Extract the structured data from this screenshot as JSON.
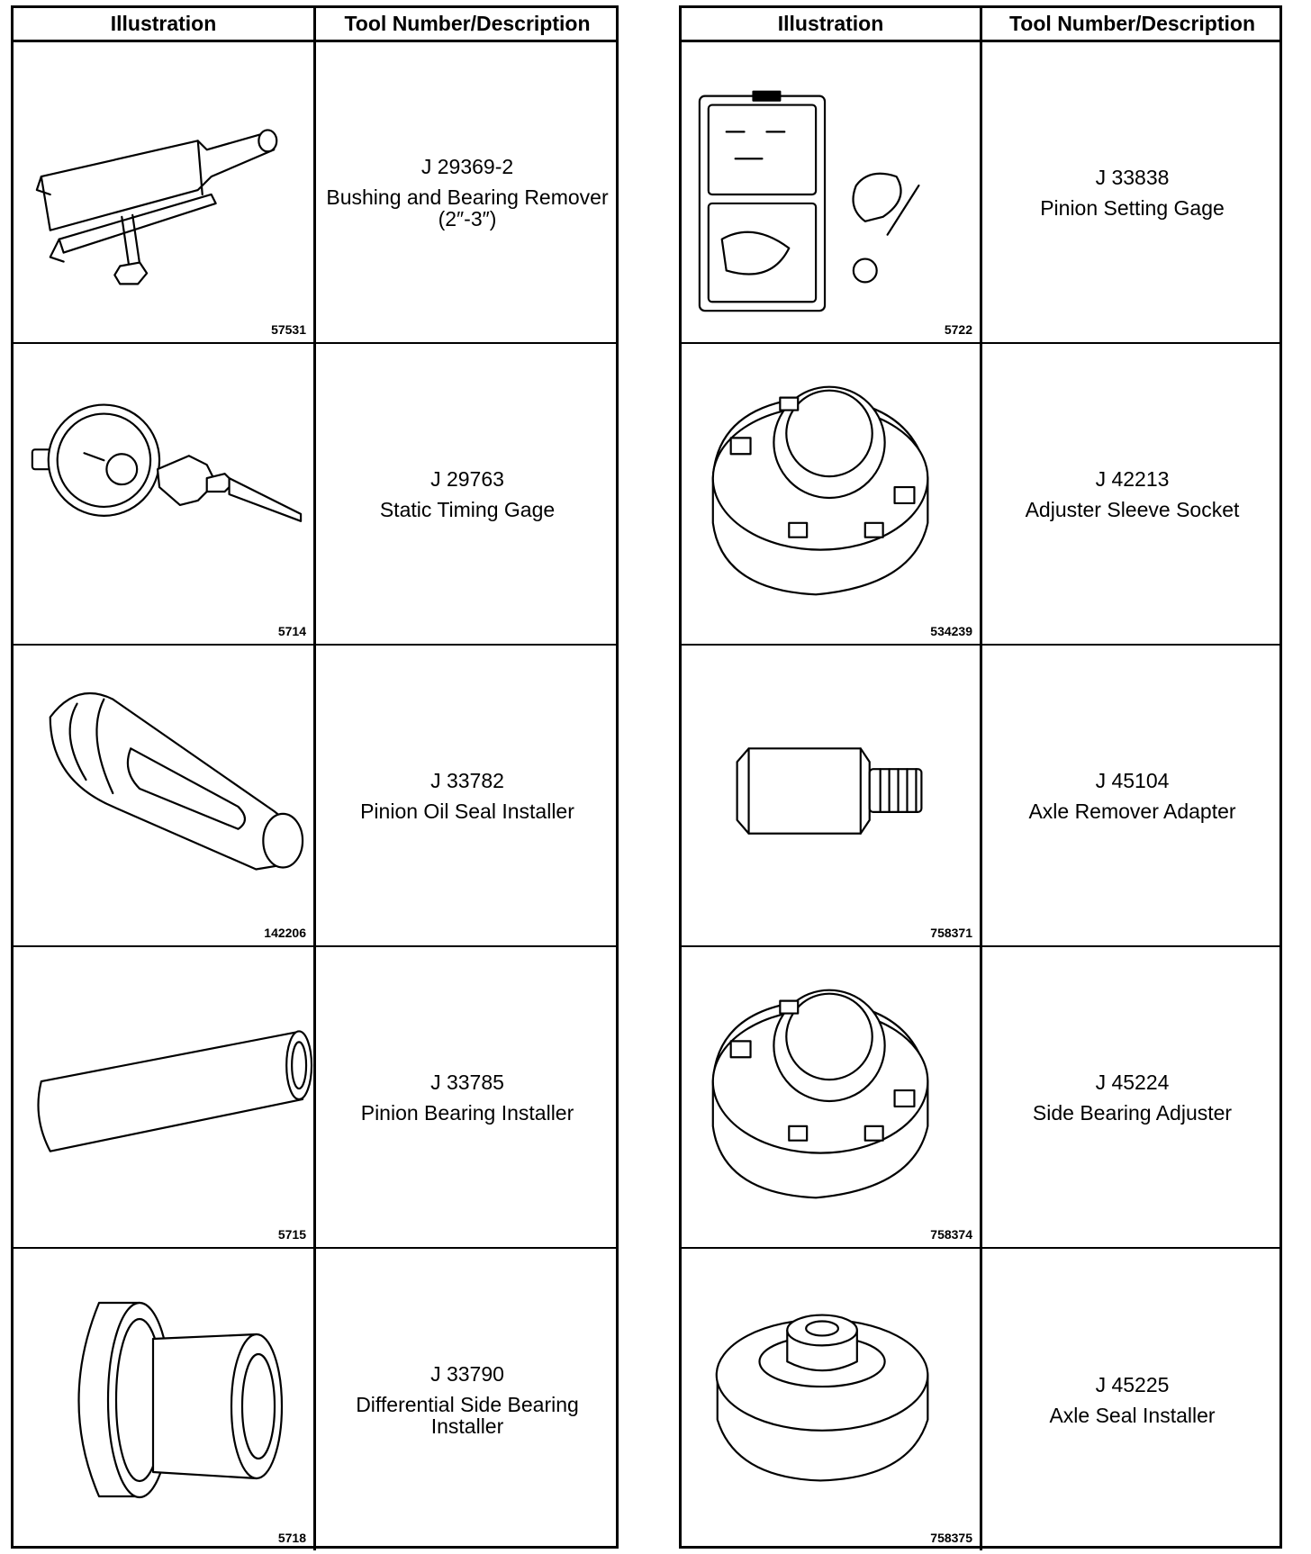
{
  "headers": {
    "illustration": "Illustration",
    "tool": "Tool Number/Description"
  },
  "left": [
    {
      "tool": "J 29369-2",
      "desc": "Bushing and Bearing Remover (2″-3″)",
      "fig": "57531",
      "icon": "bushing-bearing-remover-icon"
    },
    {
      "tool": "J 29763",
      "desc": "Static Timing Gage",
      "fig": "5714",
      "icon": "dial-gage-icon"
    },
    {
      "tool": "J 33782",
      "desc": "Pinion Oil Seal Installer",
      "fig": "142206",
      "icon": "seal-installer-icon"
    },
    {
      "tool": "J 33785",
      "desc": "Pinion Bearing Installer",
      "fig": "5715",
      "icon": "tube-installer-icon"
    },
    {
      "tool": "J 33790",
      "desc": "Differential Side Bearing Installer",
      "fig": "5718",
      "icon": "bearing-installer-icon"
    }
  ],
  "right": [
    {
      "tool": "J 33838",
      "desc": "Pinion Setting Gage",
      "fig": "5722",
      "icon": "gage-kit-case-icon"
    },
    {
      "tool": "J 42213",
      "desc": "Adjuster Sleeve Socket",
      "fig": "534239",
      "icon": "socket-icon"
    },
    {
      "tool": "J 45104",
      "desc": "Axle Remover Adapter",
      "fig": "758371",
      "icon": "threaded-adapter-icon"
    },
    {
      "tool": "J 45224",
      "desc": "Side Bearing Adjuster",
      "fig": "758374",
      "icon": "adjuster-icon"
    },
    {
      "tool": "J 45225",
      "desc": "Axle Seal Installer",
      "fig": "758375",
      "icon": "seal-installer-disc-icon"
    }
  ]
}
